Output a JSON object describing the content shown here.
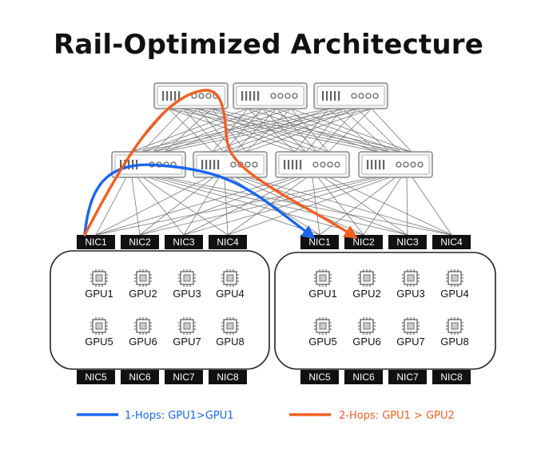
{
  "title": "Rail-Optimized Architecture",
  "colors": {
    "hop1": "#1a66f0",
    "hop2": "#f25f21",
    "nic_bg": "#111111",
    "wire": "#777777",
    "switch_border": "#8a8a8a"
  },
  "icons": {
    "switch": "network-switch-icon",
    "gpu": "gpu-chip-icon"
  },
  "servers": [
    {
      "nics_top": [
        "NIC1",
        "NIC2",
        "NIC3",
        "NIC4"
      ],
      "nics_bottom": [
        "NIC5",
        "NIC6",
        "NIC7",
        "NIC8"
      ],
      "gpus": [
        "GPU1",
        "GPU2",
        "GPU3",
        "GPU4",
        "GPU5",
        "GPU6",
        "GPU7",
        "GPU8"
      ]
    },
    {
      "nics_top": [
        "NIC1",
        "NIC2",
        "NIC3",
        "NIC4"
      ],
      "nics_bottom": [
        "NIC5",
        "NIC6",
        "NIC7",
        "NIC8"
      ],
      "gpus": [
        "GPU1",
        "GPU2",
        "GPU3",
        "GPU4",
        "GPU5",
        "GPU6",
        "GPU7",
        "GPU8"
      ]
    }
  ],
  "legend": {
    "hop1": "1-Hops: GPU1>GPU1",
    "hop2": "2-Hops: GPU1 > GPU2"
  }
}
